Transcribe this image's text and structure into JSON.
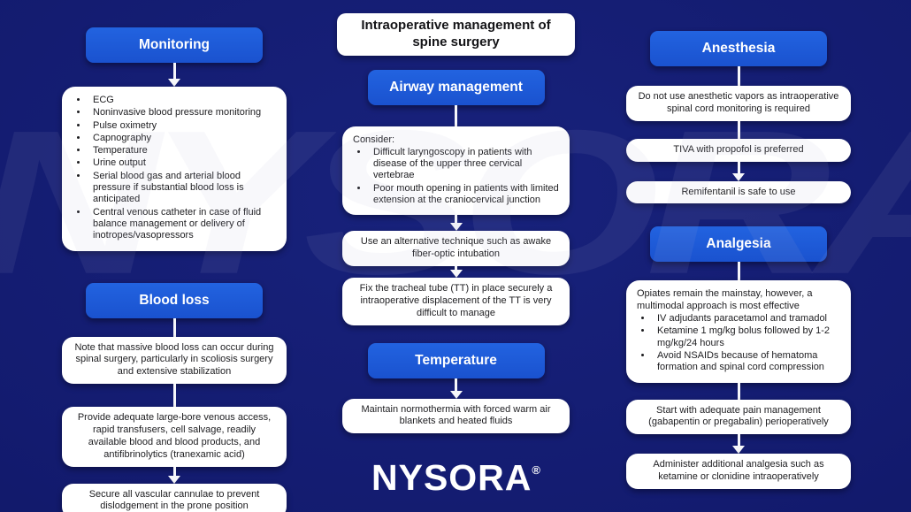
{
  "colors": {
    "background_navy": "#131b6f",
    "header_blue": "#1d58d6",
    "box_white": "#ffffff",
    "box_text": "#1d1d20",
    "arrow_white": "#f6f7fa"
  },
  "watermark_text": "NYSORA",
  "watermark_registered": "®",
  "title": "Intraoperative management of spine surgery",
  "left": {
    "monitoring_label": "Monitoring",
    "monitoring_items": [
      "ECG",
      "Noninvasive blood pressure monitoring",
      "Pulse oximetry",
      "Capnography",
      "Temperature",
      "Urine output",
      "Serial blood gas and arterial blood pressure if substantial blood loss is anticipated",
      "Central venous catheter in case of fluid balance management or delivery of inotropes/vasopressors"
    ],
    "blood_loss_label": "Blood loss",
    "note_box": "Note that massive blood loss can occur during spinal surgery, particularly in scoliosis surgery and extensive stabilization",
    "provide_box": "Provide adequate large-bore venous access, rapid transfusers, cell salvage, readily available blood and blood products, and antifibrinolytics (tranexamic acid)",
    "secure_box": "Secure all vascular cannulae to prevent dislodgement in the prone position"
  },
  "middle": {
    "airway_label": "Airway management",
    "consider_intro": "Consider:",
    "consider_items": [
      "Difficult laryngoscopy in patients with disease of the upper three cervical vertebrae",
      "Poor mouth opening in patients with limited extension at the craniocervical junction"
    ],
    "use_box": "Use an alternative technique such as awake fiber-optic intubation",
    "fix_box": "Fix the tracheal tube (TT) in place securely a intraoperative displacement of the TT is very difficult to manage",
    "temperature_label": "Temperature",
    "maintain_box": "Maintain normothermia with forced warm air blankets and heated fluids"
  },
  "right": {
    "anesthesia_label": "Anesthesia",
    "vapors_box": "Do not use anesthetic vapors as intraoperative spinal cord monitoring is required",
    "tiva_box": "TIVA with propofol is preferred",
    "remifentanil_box": "Remifentanil is safe to use",
    "analgesia_label": "Analgesia",
    "opiates_intro": "Opiates remain the mainstay, however, a multimodal approach is most effective",
    "opiates_items": [
      "IV adjudants paracetamol and tramadol",
      "Ketamine 1 mg/kg bolus followed by 1-2 mg/kg/24 hours",
      "Avoid NSAIDs because of hematoma formation and spinal cord compression"
    ],
    "start_box": "Start with adequate pain management (gabapentin or pregabalin) perioperatively",
    "administer_box": "Administer additional analgesia such as ketamine or clonidine intraoperatively"
  },
  "logo": {
    "text": "NYSORA",
    "registered": "®"
  }
}
